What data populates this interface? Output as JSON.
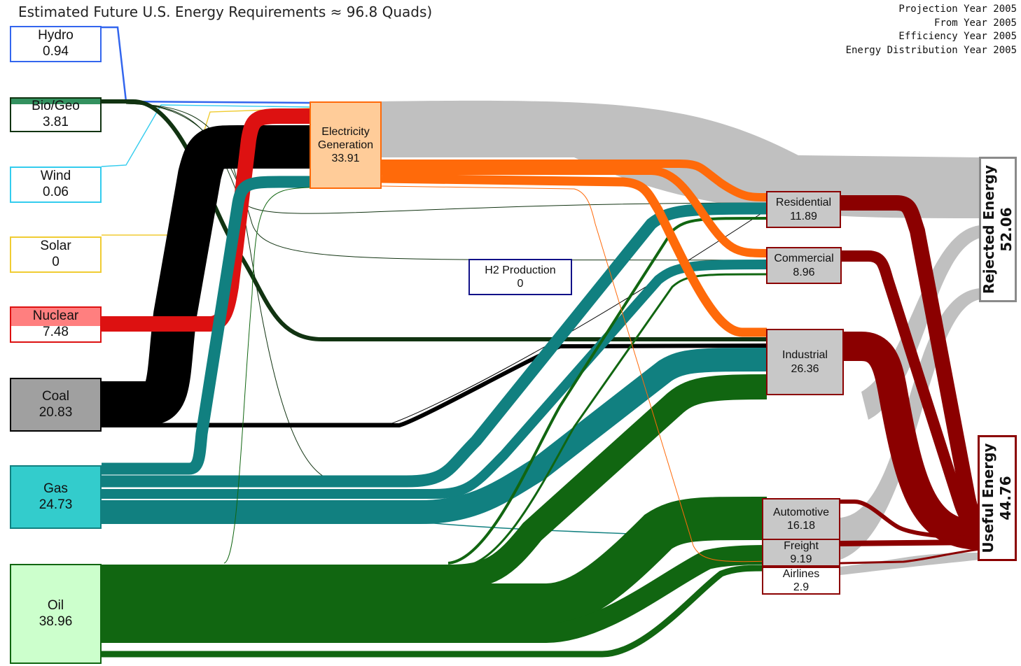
{
  "title": "Estimated Future U.S. Energy Requirements  ≈ 96.8 Quads)",
  "meta": {
    "projection": "Projection Year 2005",
    "from": "From Year 2005",
    "efficiency": "Efficiency Year 2005",
    "distribution": "Energy Distribution Year 2005"
  },
  "sources": {
    "hydro": {
      "label": "Hydro",
      "value": "0.94"
    },
    "biogeo": {
      "label": "Bio/Geo",
      "value": "3.81"
    },
    "wind": {
      "label": "Wind",
      "value": "0.06"
    },
    "solar": {
      "label": "Solar",
      "value": "0"
    },
    "nuclear": {
      "label": "Nuclear",
      "value": "7.48"
    },
    "coal": {
      "label": "Coal",
      "value": "20.83"
    },
    "gas": {
      "label": "Gas",
      "value": "24.73"
    },
    "oil": {
      "label": "Oil",
      "value": "38.96"
    }
  },
  "electricity": {
    "label1": "Electricity",
    "label2": "Generation",
    "value": "33.91"
  },
  "h2": {
    "label": "H2 Production",
    "value": "0"
  },
  "sectors": {
    "residential": {
      "label": "Residential",
      "value": "11.89"
    },
    "commercial": {
      "label": "Commercial",
      "value": "8.96"
    },
    "industrial": {
      "label": "Industrial",
      "value": "26.36"
    },
    "automotive": {
      "label": "Automotive",
      "value": "16.18"
    },
    "freight": {
      "label": "Freight",
      "value": "9.19"
    },
    "airlines": {
      "label": "Airlines",
      "value": "2.9"
    }
  },
  "rejected": {
    "label": "Rejected Energy",
    "value": "52.06"
  },
  "useful": {
    "label": "Useful Energy",
    "value": "44.76"
  },
  "colors": {
    "hydro": "#3366ee",
    "biogeo": "#113311",
    "wind": "#33ccee",
    "solar": "#f0cc33",
    "nuclear": "#dd1111",
    "coal": "#000000",
    "gas": "#118080",
    "oil": "#116611",
    "electricity": "#ff6a0a",
    "rejected": "#c0c0c0",
    "useful": "#8b0000",
    "h2": "#111188"
  }
}
